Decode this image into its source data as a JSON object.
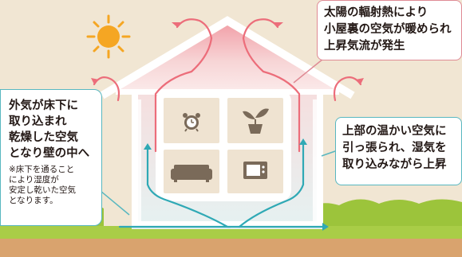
{
  "callouts": {
    "sun": {
      "lines": [
        "太陽の輻射熱により",
        "小屋裏の空気が暖められ",
        "上昇気流が発生"
      ]
    },
    "outside_air": {
      "lines": [
        "外気が床下に",
        "取り込まれ",
        "乾燥した空気",
        "となり壁の中へ"
      ],
      "note_lines": [
        "※床下を通ること",
        "により湿度が",
        "安定し乾いた空気",
        "となります。"
      ]
    },
    "wall": {
      "lines": [
        "上部の温かい空気に",
        "引っ張られ、湿気を",
        "取り込みながら上昇"
      ]
    }
  },
  "colors": {
    "background": "#f1e6d3",
    "sun": "#f5a623",
    "warm_air": "#ec6d7a",
    "cool_air": "#2fa9b5",
    "ground_green": "#9cc43b",
    "ground_soil": "#d9a36e",
    "wall": "#f7f7f7"
  },
  "icons": [
    "sun-icon",
    "alarm-clock-icon",
    "potted-plant-icon",
    "sofa-icon",
    "microwave-icon"
  ]
}
